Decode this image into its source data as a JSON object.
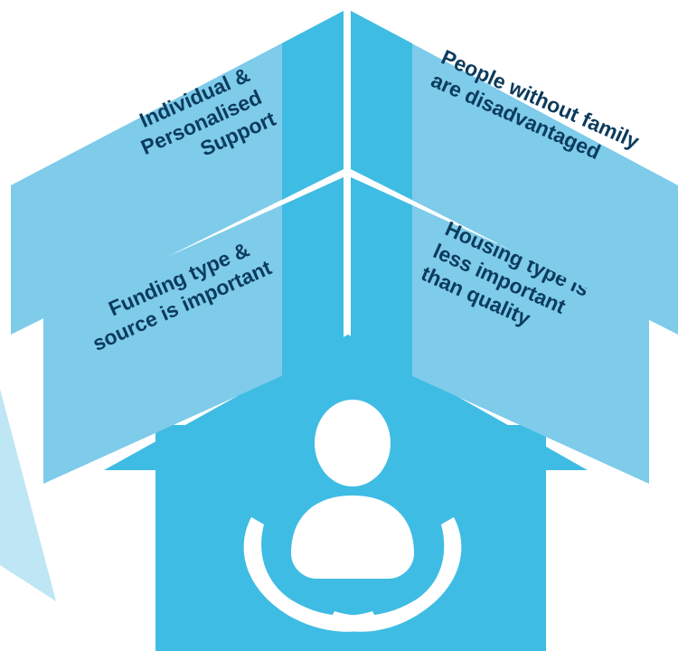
{
  "colors": {
    "panel_light": "#7ecbea",
    "panel_mid": "#3fbce3",
    "house": "#3fbce3",
    "side_shape": "#bfe6f4",
    "text": "#0c3b5c",
    "figure": "#ffffff"
  },
  "panels": {
    "top_left": {
      "lines": [
        "Individual &",
        "Personalised",
        "Support"
      ]
    },
    "top_right": {
      "lines": [
        "People without family",
        "are disadvantaged"
      ]
    },
    "bottom_left": {
      "lines": [
        "Funding type &",
        "source is important"
      ]
    },
    "bottom_right": {
      "lines": [
        "Housing type is",
        "less important",
        "than quality"
      ]
    }
  },
  "icons": {
    "center": "person-in-hands-icon"
  }
}
